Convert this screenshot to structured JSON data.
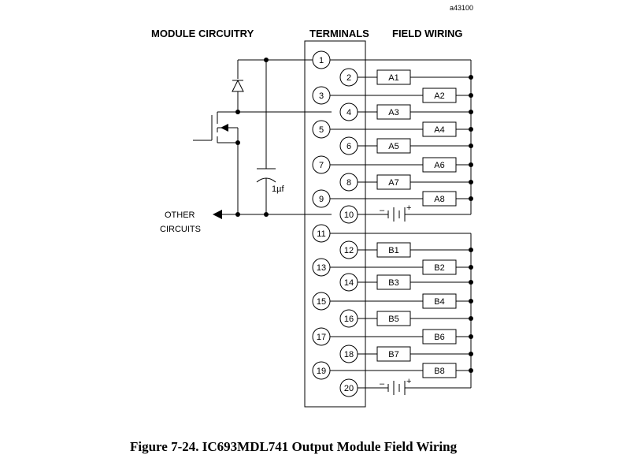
{
  "ref_id": "a43100",
  "headers": {
    "module_circuitry": "MODULE CIRCUITRY",
    "terminals": "TERMINALS",
    "field_wiring": "FIELD WIRING"
  },
  "capacitor_label": "1µf",
  "other_circuits": [
    "OTHER",
    "CIRCUITS"
  ],
  "terminals": [
    "1",
    "2",
    "3",
    "4",
    "5",
    "6",
    "7",
    "8",
    "9",
    "10",
    "11",
    "12",
    "13",
    "14",
    "15",
    "16",
    "17",
    "18",
    "19",
    "20"
  ],
  "loads": [
    "A1",
    "A2",
    "A3",
    "A4",
    "A5",
    "A6",
    "A7",
    "A8",
    "B1",
    "B2",
    "B3",
    "B4",
    "B5",
    "B6",
    "B7",
    "B8"
  ],
  "supply_polarity": {
    "minus": "–",
    "plus": "+"
  },
  "caption": "Figure 7-24.  IC693MDL741 Output Module Field Wiring"
}
